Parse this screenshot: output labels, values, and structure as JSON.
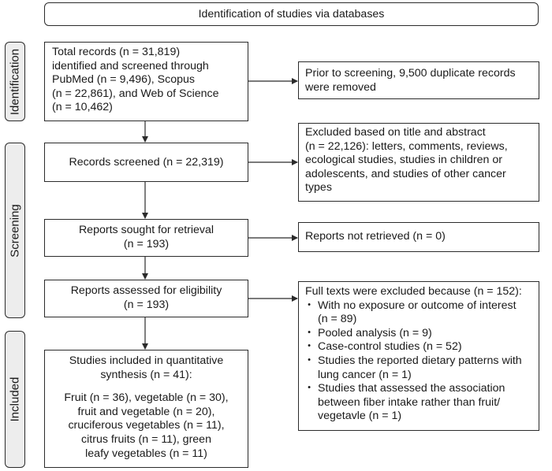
{
  "header": "Identification of studies via databases",
  "sidebars": {
    "identification": "Identification",
    "screening": "Screening",
    "included": "Included"
  },
  "boxes": {
    "total_records": [
      "Total records (n = 31,819)",
      "identified and screened through",
      "PubMed (n = 9,496), Scopus",
      "(n = 22,861), and Web of Science",
      "(n = 10,462)"
    ],
    "duplicates_removed": [
      "Prior to screening, 9,500 duplicate records",
      "were removed"
    ],
    "records_screened": "Records screened (n = 22,319)",
    "excluded_title_abstract": [
      "Excluded based on title and abstract",
      "(n = 22,126): letters, comments, reviews,",
      "ecological studies, studies in children or",
      "adolescents, and studies of other cancer",
      "types"
    ],
    "reports_sought": [
      "Reports sought for retrieval",
      "(n = 193)"
    ],
    "reports_not_retrieved": "Reports not retrieved (n = 0)",
    "reports_assessed": [
      "Reports assessed for eligibility",
      "(n = 193)"
    ],
    "full_texts_excluded": {
      "heading": "Full texts were excluded because (n = 152):",
      "items": [
        [
          "With no exposure or outcome of interest",
          "(n = 89)"
        ],
        [
          "Pooled analysis (n = 9)"
        ],
        [
          "Case-control studies (n = 52)"
        ],
        [
          "Studies the reported dietary patterns with",
          "lung cancer (n = 1)"
        ],
        [
          "Studies that assessed the association",
          "between fiber intake rather than fruit/",
          "vegetavle (n = 1)"
        ]
      ]
    },
    "studies_included": {
      "intro": [
        "Studies included in quantitative",
        "synthesis (n = 41):"
      ],
      "details": [
        "Fruit (n = 36), vegetable (n = 30),",
        "fruit and vegetable (n = 20),",
        "cruciferous vegetables (n = 11),",
        "citrus fruits (n = 11), green",
        "leafy vegetables (n = 11)"
      ]
    }
  },
  "bullet_symbol": "・"
}
